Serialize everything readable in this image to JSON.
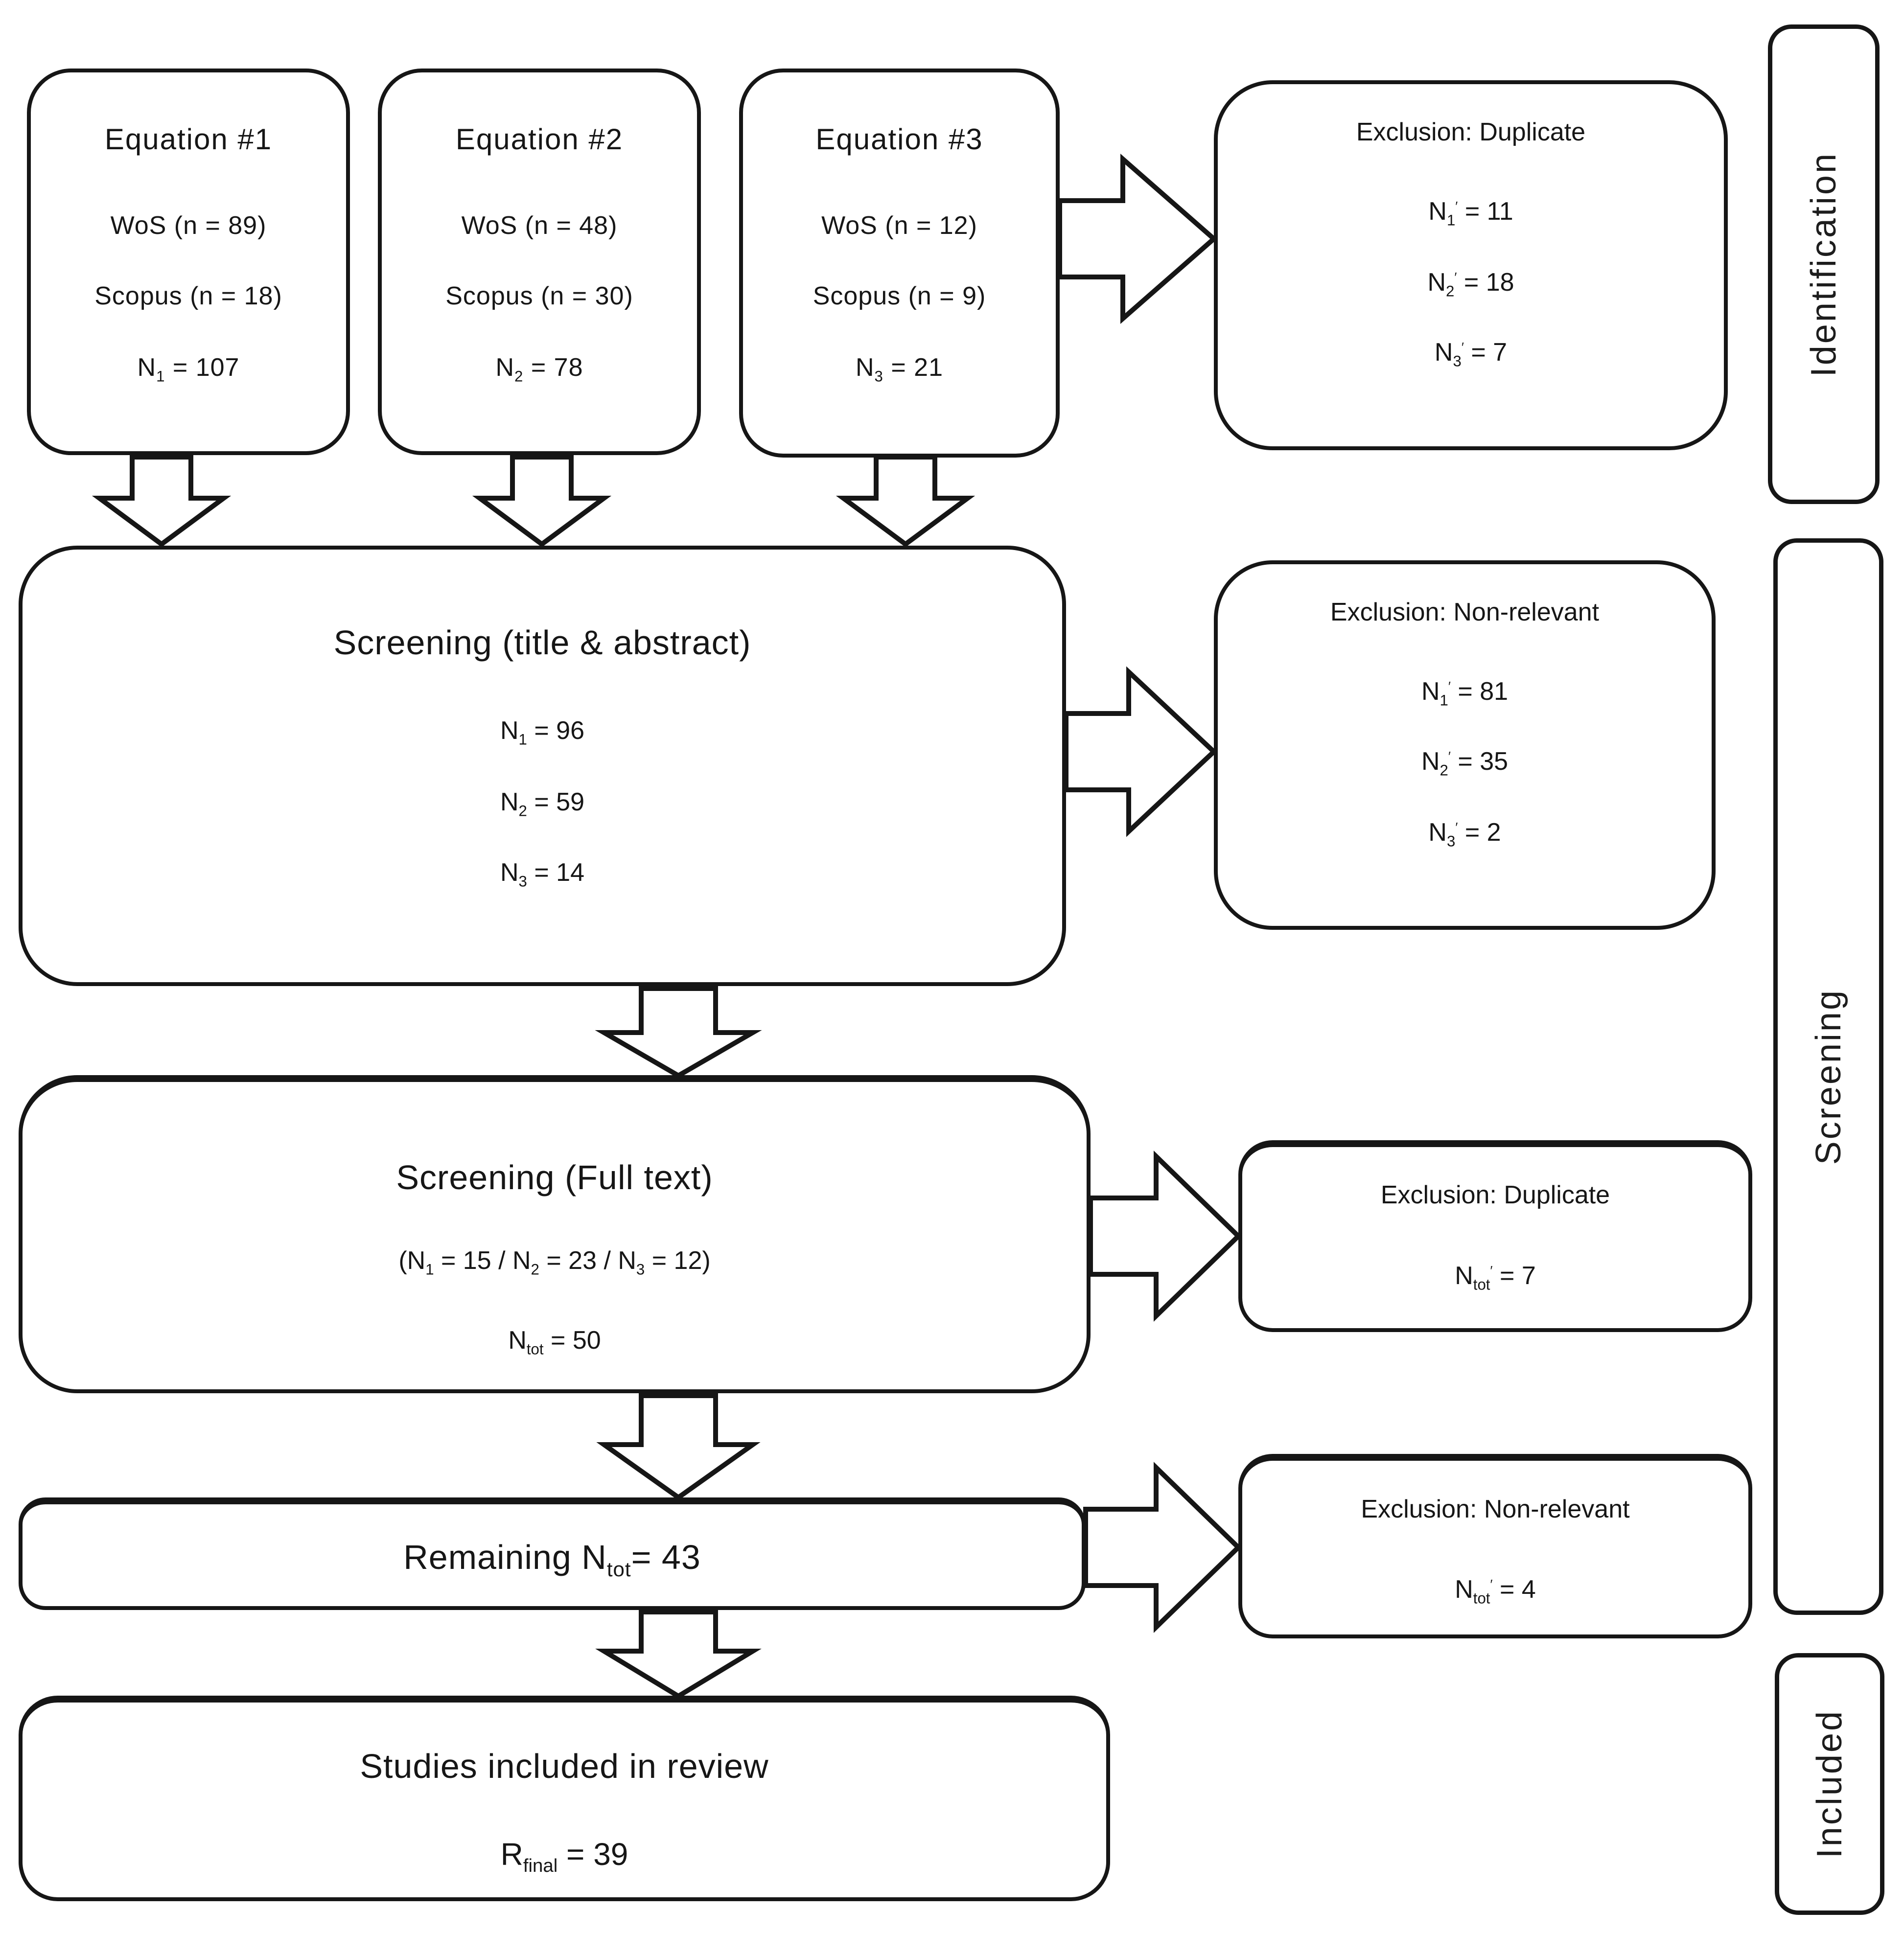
{
  "page": {
    "background": "#ffffff",
    "stroke_color": "#161616"
  },
  "equation_boxes": [
    {
      "title": "Equation #1",
      "wos": "WoS (n = 89)",
      "scopus": "Scopus (n = 18)",
      "n_base": "N",
      "n_sub": "1",
      "n_eq": " = 107"
    },
    {
      "title": "Equation #2",
      "wos": "WoS (n = 48)",
      "scopus": "Scopus (n = 30)",
      "n_base": "N",
      "n_sub": "2",
      "n_eq": " = 78"
    },
    {
      "title": "Equation #3",
      "wos": "WoS (n = 12)",
      "scopus": "Scopus (n = 9)",
      "n_base": "N",
      "n_sub": "3",
      "n_eq": " = 21"
    }
  ],
  "screening_title_abstract": {
    "title": "Screening (title & abstract)",
    "rows": [
      {
        "base": "N",
        "sub": "1",
        "eq": " = 96"
      },
      {
        "base": "N",
        "sub": "2",
        "eq": " = 59"
      },
      {
        "base": "N",
        "sub": "3",
        "eq": " = 14"
      }
    ]
  },
  "screening_full_text": {
    "title": "Screening (Full text)",
    "detail": {
      "p1": "(N",
      "s1": "1",
      "p2": " = 15 / N",
      "s2": "2",
      "p3": " = 23 / N",
      "s3": "3",
      "p4": " = 12)"
    },
    "total": {
      "base": "N",
      "sub": "tot",
      "eq": " = 50"
    }
  },
  "remaining": {
    "p1": "Remaining N",
    "sub": "tot",
    "p2": "= 43"
  },
  "included_box": {
    "title": "Studies included in review",
    "result": {
      "base": "R",
      "sub": "final",
      "eq": " = 39"
    }
  },
  "exclusions": [
    {
      "title": "Exclusion: Duplicate",
      "rows": [
        {
          "base": "N",
          "sub": "1",
          "prime": "′",
          "eq": " = 11"
        },
        {
          "base": "N",
          "sub": "2",
          "prime": "′",
          "eq": " = 18"
        },
        {
          "base": "N",
          "sub": "3",
          "prime": "′",
          "eq": " = 7"
        }
      ]
    },
    {
      "title": "Exclusion: Non-relevant",
      "rows": [
        {
          "base": "N",
          "sub": "1",
          "prime": "′",
          "eq": " = 81"
        },
        {
          "base": "N",
          "sub": "2",
          "prime": "′",
          "eq": " = 35"
        },
        {
          "base": "N",
          "sub": "3",
          "prime": "′",
          "eq": " = 2"
        }
      ]
    },
    {
      "title": "Exclusion: Duplicate",
      "rows": [
        {
          "base": "N",
          "sub": "tot",
          "prime": "′",
          "eq": " = 7"
        }
      ]
    },
    {
      "title": "Exclusion: Non-relevant",
      "rows": [
        {
          "base": "N",
          "sub": "tot",
          "prime": "′",
          "eq": " = 4"
        }
      ]
    }
  ],
  "stage_labels": [
    "Identification",
    "Screening",
    "Included"
  ]
}
